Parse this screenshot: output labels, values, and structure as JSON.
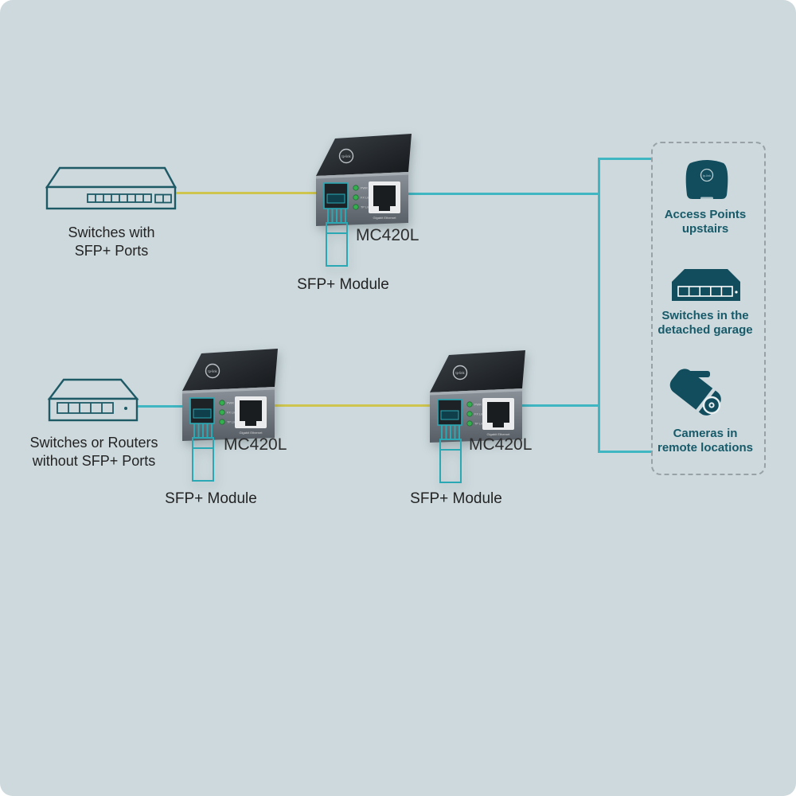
{
  "colors": {
    "background": "#cdd9dd",
    "line_art_teal": "#1d5a66",
    "fiber_yellow": "#cec54f",
    "ethernet_cyan": "#3fb6c1",
    "panel_icon_teal": "#124d5d",
    "panel_text_teal": "#175a69",
    "module_outline_teal": "#2aa9b5",
    "dark_text": "#232323"
  },
  "top_row": {
    "switch_label": {
      "line1": "Switches with",
      "line2": "SFP+ Ports"
    },
    "converter": {
      "model": "MC420L",
      "brand": "tp-link",
      "leds": [
        "PWR",
        "FX Link/Act",
        "TP Link/Act"
      ],
      "port_label": "Gigabit Ethernet"
    },
    "module_label": "SFP+ Module"
  },
  "bottom_row": {
    "switch_label": {
      "line1": "Switches or Routers",
      "line2": "without SFP+ Ports"
    },
    "converter_left": {
      "model": "MC420L",
      "brand": "tp-link",
      "leds": [
        "PWR",
        "FX Link/Act",
        "TP Link/Act"
      ],
      "port_label": "Gigabit Ethernet"
    },
    "converter_right": {
      "model": "MC420L",
      "brand": "tp-link",
      "leds": [
        "PWR",
        "FX Link/Act",
        "TP Link/Act"
      ],
      "port_label": "Gigabit Ethernet"
    },
    "module_label_left": "SFP+ Module",
    "module_label_right": "SFP+ Module"
  },
  "right_panel": {
    "items": [
      {
        "icon": "access-point-icon",
        "label_line1": "Access Points",
        "label_line2": "upstairs"
      },
      {
        "icon": "switch-icon",
        "label_line1": "Switches in the",
        "label_line2": "detached garage"
      },
      {
        "icon": "camera-icon",
        "label_line1": "Cameras in",
        "label_line2": "remote locations"
      }
    ]
  }
}
